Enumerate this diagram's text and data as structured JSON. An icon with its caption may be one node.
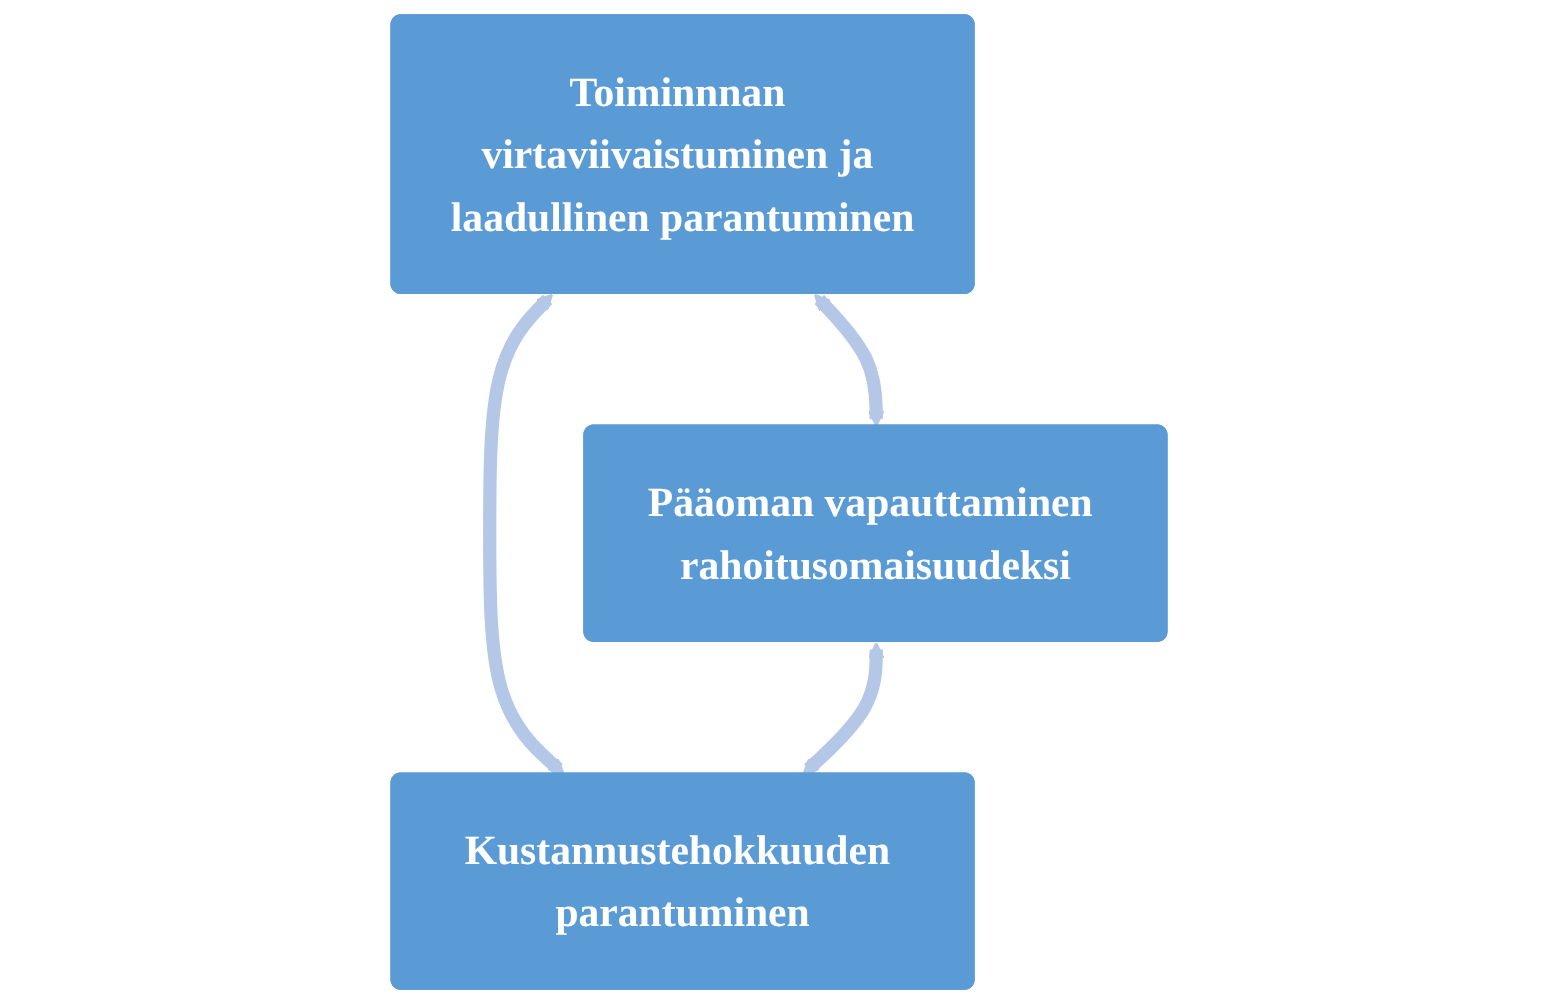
{
  "diagram": {
    "nodes": [
      {
        "text": [
          "Toiminnnan virtaviivaistuminen ja laadullinen parantuminen"
        ]
      },
      {
        "text": [
          "Pääoman vapauttaminen rahoitusomaisuudeksi"
        ]
      },
      {
        "text": [
          "Kustannustehokkuuden parantuminen"
        ]
      }
    ],
    "edges": [
      {
        "from": 0,
        "to": 1,
        "arrow": "both"
      },
      {
        "from": 0,
        "to": 2,
        "arrow": "both"
      },
      {
        "from": 1,
        "to": 2,
        "arrow": "both"
      }
    ]
  }
}
